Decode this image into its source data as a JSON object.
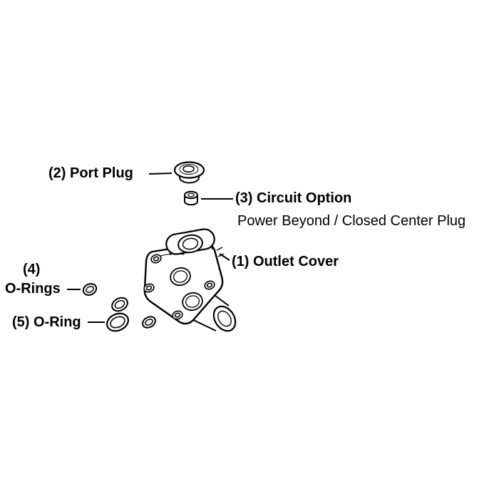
{
  "diagram": {
    "background_color": "#ffffff",
    "line_color": "#000000",
    "text_color": "#000000",
    "parts": [
      {
        "number": "(1)",
        "name": "Outlet Cover",
        "label": "(1) Outlet Cover"
      },
      {
        "number": "(2)",
        "name": "Port Plug",
        "label": "(2) Port Plug"
      },
      {
        "number": "(3)",
        "name": "Circuit Option",
        "label": "(3) Circuit Option",
        "subtitle": "Power Beyond / Closed Center Plug"
      },
      {
        "number": "(4)",
        "name": "O-Rings",
        "label_line1": "(4)",
        "label_line2": "O-Rings"
      },
      {
        "number": "(5)",
        "name": "O-Ring",
        "label": "(5) O-Ring"
      }
    ]
  }
}
